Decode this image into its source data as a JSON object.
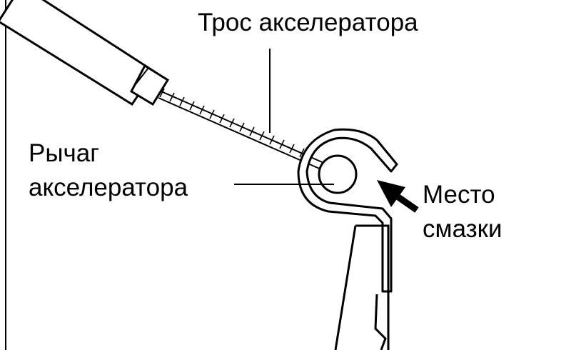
{
  "labels": {
    "cable": "Трос акселератора",
    "lever_line1": "Рычаг",
    "lever_line2": "акселератора",
    "lube_line1": "Место",
    "lube_line2": "смазки"
  },
  "colors": {
    "ink": "#000000",
    "paper": "#ffffff"
  }
}
